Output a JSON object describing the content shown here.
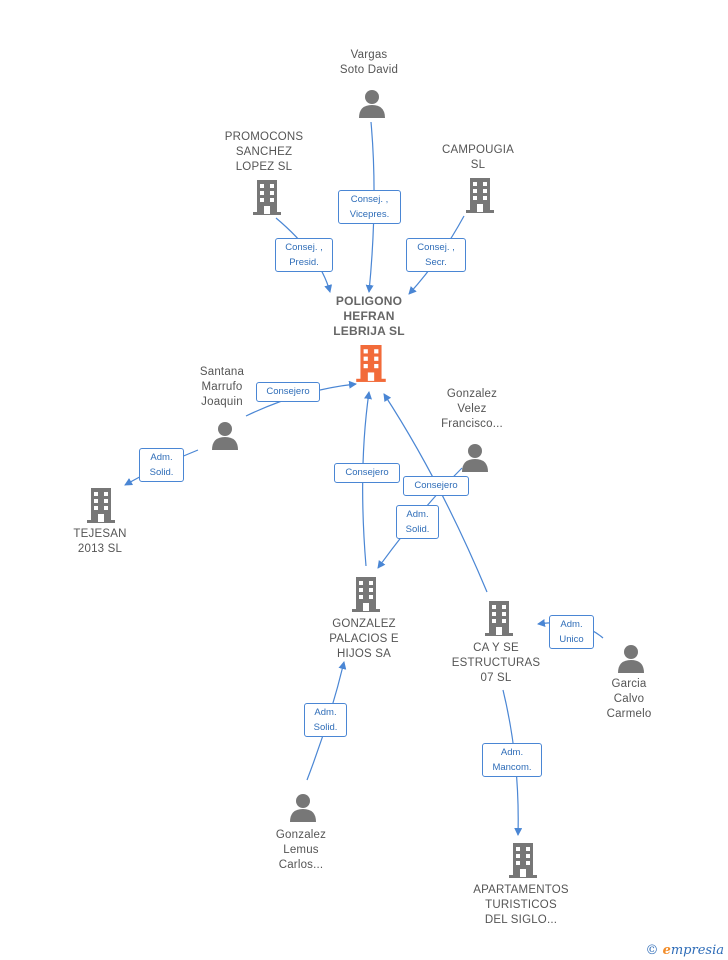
{
  "nodes": {
    "main": {
      "label": "POLIGONO\nHEFRAN\nLEBRIJA  SL",
      "icon": "building-icon",
      "color": "#f26b3a"
    },
    "vargas": {
      "label": "Vargas\nSoto David",
      "icon": "person-icon"
    },
    "promocons": {
      "label": "PROMOCONS\nSANCHEZ\nLOPEZ SL",
      "icon": "building-icon"
    },
    "campougia": {
      "label": "CAMPOUGIA\nSL",
      "icon": "building-icon"
    },
    "santana": {
      "label": "Santana\nMarrufo\nJoaquin",
      "icon": "person-icon"
    },
    "tejesan": {
      "label": "TEJESAN\n2013  SL",
      "icon": "building-icon"
    },
    "gvelez": {
      "label": "Gonzalez\nVelez\nFrancisco...",
      "icon": "person-icon"
    },
    "gpalacios": {
      "label": "GONZALEZ\nPALACIOS E\nHIJOS SA",
      "icon": "building-icon"
    },
    "case": {
      "label": "CA Y SE\nESTRUCTURAS\n07 SL",
      "icon": "building-icon"
    },
    "garcia": {
      "label": "Garcia\nCalvo\nCarmelo",
      "icon": "person-icon"
    },
    "glemus": {
      "label": "Gonzalez\nLemus\nCarlos...",
      "icon": "person-icon"
    },
    "apartamentos": {
      "label": "APARTAMENTOS\nTURISTICOS\nDEL SIGLO...",
      "icon": "building-icon"
    }
  },
  "roles": {
    "vargas_main": "Consej. ,\nVicepres.",
    "promocons_main": "Consej. ,\nPresid.",
    "campougia_main": "Consej. ,\nSecr.",
    "santana_main": "Consejero",
    "santana_tejesan": "Adm.\nSolid.",
    "gpalacios_main": "Consejero",
    "gvelez_main": "Consejero",
    "gvelez_gpalacios": "Adm.\nSolid.",
    "garcia_case": "Adm.\nUnico",
    "glemus_gpalacios": "Adm.\nSolid.",
    "case_apartamentos": "Adm.\nMancom."
  },
  "colors": {
    "edge": "#4a86d4",
    "icon": "#777777",
    "accent": "#f26b3a"
  },
  "brand": {
    "copyright": "©",
    "e": "e",
    "rest": "mpresia"
  }
}
